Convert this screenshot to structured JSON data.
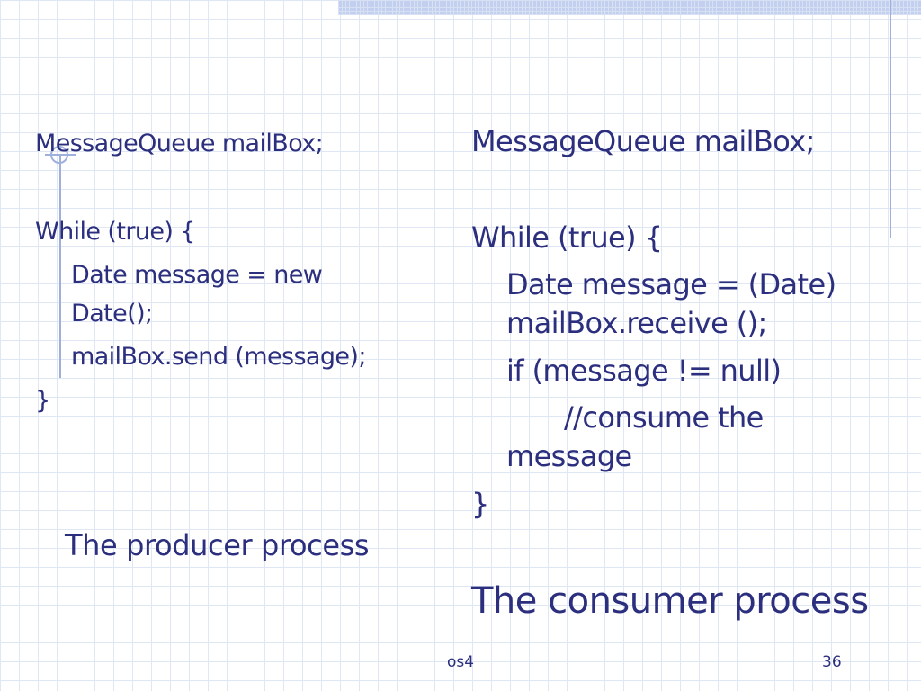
{
  "producer": {
    "lines": [
      "MessageQueue  mailBox;",
      "While (true) {",
      "Date message = new",
      "Date();",
      "mailBox.send (message);",
      "}"
    ],
    "caption": "The producer process"
  },
  "consumer": {
    "lines": [
      "MessageQueue  mailBox;",
      "While (true) {",
      "Date message = (Date)",
      "mailBox.receive ();",
      "if (message != null)",
      "//consume the",
      "message",
      "}"
    ],
    "caption": "The consumer process"
  },
  "footer": {
    "label": "os4",
    "page_number": "36"
  },
  "colors": {
    "text": "#2b2f7e",
    "grid": "#dfe6f4",
    "accent_rule": "#9fb0dd",
    "top_band": "#c3cfee"
  }
}
